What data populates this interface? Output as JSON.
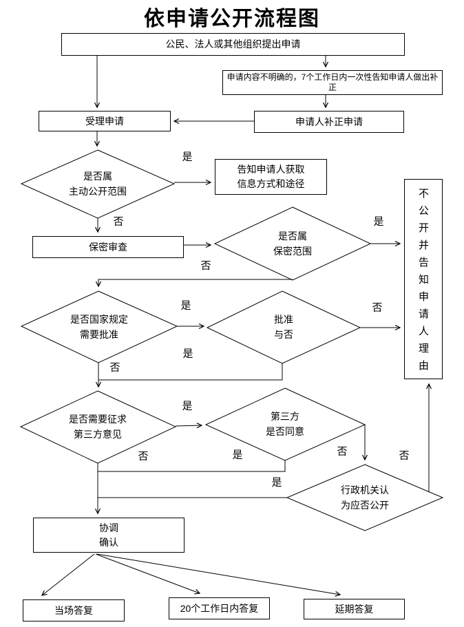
{
  "title": "依申请公开流程图",
  "edge_labels": {
    "yes": "是",
    "no": "否"
  },
  "nodes": {
    "apply": "公民、法人或其他组织提出申请",
    "unclear_notice": "申请内容不明确的，7个工作日内一次性告知申请人做出补正",
    "accept": "受理申请",
    "supplement": "申请人补正申请",
    "decision_proactive_scope": "是否属\n主动公开范围",
    "inform_access": "告知申请人获取\n信息方式和途径",
    "secrecy_review": "保密审查",
    "decision_secrecy_scope": "是否属\n保密范围",
    "not_disclose": "不公开并告知申请人理由",
    "decision_state_approval": "是否国家规定\n需要批准",
    "decision_approved": "批准\n与否",
    "decision_third_party_needed": "是否需要征求\n第三方意见",
    "decision_third_party_agree": "第三方\n是否同意",
    "decision_agency_opinion": "行政机关认\n为应否公开",
    "coordinate_confirm": "协调\n确认",
    "reply_onspot": "当场答复",
    "reply_20days": "20个工作日内答复",
    "reply_delayed": "延期答复"
  }
}
